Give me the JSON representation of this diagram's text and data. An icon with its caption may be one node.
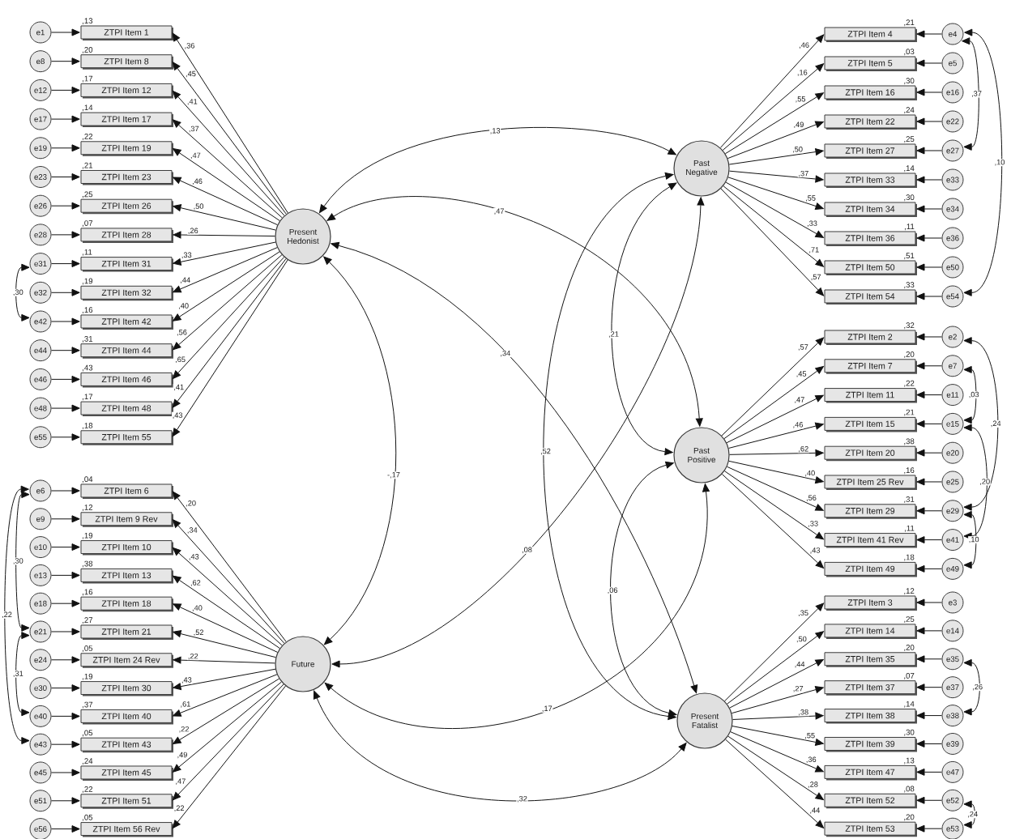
{
  "diagram": {
    "nodes": [
      {
        "text": [
          "Present Hedonist"
        ]
      },
      {
        "text": [
          "e1"
        ]
      },
      {
        "text": [
          "ZTPI Item 1"
        ],
        "beside": [
          ",13"
        ]
      },
      {
        "text": [
          "e8"
        ]
      },
      {
        "text": [
          "ZTPI Item 8"
        ],
        "beside": [
          ",20"
        ]
      },
      {
        "text": [
          "e12"
        ]
      },
      {
        "text": [
          "ZTPI Item 12"
        ],
        "beside": [
          ",17"
        ]
      },
      {
        "text": [
          "e17"
        ]
      },
      {
        "text": [
          "ZTPI Item 17"
        ],
        "beside": [
          ",14"
        ]
      },
      {
        "text": [
          "e19"
        ]
      },
      {
        "text": [
          "ZTPI Item 19"
        ],
        "beside": [
          ",22"
        ]
      },
      {
        "text": [
          "e23"
        ]
      },
      {
        "text": [
          "ZTPI Item 23"
        ],
        "beside": [
          ",21"
        ]
      },
      {
        "text": [
          "e26"
        ]
      },
      {
        "text": [
          "ZTPI Item 26"
        ],
        "beside": [
          ",25"
        ]
      },
      {
        "text": [
          "e28"
        ]
      },
      {
        "text": [
          "ZTPI Item 28"
        ],
        "beside": [
          ",07"
        ]
      },
      {
        "text": [
          "e31"
        ]
      },
      {
        "text": [
          "ZTPI Item 31"
        ],
        "beside": [
          ",11"
        ]
      },
      {
        "text": [
          "e32"
        ]
      },
      {
        "text": [
          "ZTPI Item 32"
        ],
        "beside": [
          ",19"
        ]
      },
      {
        "text": [
          "e42"
        ]
      },
      {
        "text": [
          "ZTPI Item 42"
        ],
        "beside": [
          ",16"
        ]
      },
      {
        "text": [
          "e44"
        ]
      },
      {
        "text": [
          "ZTPI Item 44"
        ],
        "beside": [
          ",31"
        ]
      },
      {
        "text": [
          "e46"
        ]
      },
      {
        "text": [
          "ZTPI Item 46"
        ],
        "beside": [
          ",43"
        ]
      },
      {
        "text": [
          "e48"
        ]
      },
      {
        "text": [
          "ZTPI Item 48"
        ],
        "beside": [
          ",17"
        ]
      },
      {
        "text": [
          "e55"
        ]
      },
      {
        "text": [
          "ZTPI Item 55"
        ],
        "beside": [
          ",18"
        ]
      },
      {
        "text": [
          "Past Negative"
        ]
      },
      {
        "text": [
          "ZTPI Item 4"
        ],
        "beside": [
          ",21"
        ]
      },
      {
        "text": [
          "e4"
        ]
      },
      {
        "text": [
          "ZTPI Item 5"
        ],
        "beside": [
          ",03"
        ]
      },
      {
        "text": [
          "e5"
        ]
      },
      {
        "text": [
          "ZTPI Item 16"
        ],
        "beside": [
          ",30"
        ]
      },
      {
        "text": [
          "e16"
        ]
      },
      {
        "text": [
          "ZTPI Item 22"
        ],
        "beside": [
          ",24"
        ]
      },
      {
        "text": [
          "e22"
        ]
      },
      {
        "text": [
          "ZTPI Item 27"
        ],
        "beside": [
          ",25"
        ]
      },
      {
        "text": [
          "e27"
        ]
      },
      {
        "text": [
          "ZTPI Item 33"
        ],
        "beside": [
          ",14"
        ]
      },
      {
        "text": [
          "e33"
        ]
      },
      {
        "text": [
          "ZTPI Item 34"
        ],
        "beside": [
          ",30"
        ]
      },
      {
        "text": [
          "e34"
        ]
      },
      {
        "text": [
          "ZTPI Item 36"
        ],
        "beside": [
          ",11"
        ]
      },
      {
        "text": [
          "e36"
        ]
      },
      {
        "text": [
          "ZTPI Item 50"
        ],
        "beside": [
          ",51"
        ]
      },
      {
        "text": [
          "e50"
        ]
      },
      {
        "text": [
          "ZTPI Item 54"
        ],
        "beside": [
          ",33"
        ]
      },
      {
        "text": [
          "e54"
        ]
      },
      {
        "text": [
          "Past Positive"
        ]
      },
      {
        "text": [
          "ZTPI Item 2"
        ],
        "beside": [
          ",32"
        ]
      },
      {
        "text": [
          "e2"
        ]
      },
      {
        "text": [
          "ZTPI Item 7"
        ],
        "beside": [
          ",20"
        ]
      },
      {
        "text": [
          "e7"
        ]
      },
      {
        "text": [
          "ZTPI Item 11"
        ],
        "beside": [
          ",22"
        ]
      },
      {
        "text": [
          "e11"
        ]
      },
      {
        "text": [
          "ZTPI Item 15"
        ],
        "beside": [
          ",21"
        ]
      },
      {
        "text": [
          "e15"
        ]
      },
      {
        "text": [
          "ZTPI Item 20"
        ],
        "beside": [
          ",38"
        ]
      },
      {
        "text": [
          "e20"
        ]
      },
      {
        "text": [
          "ZTPI Item 25 Rev"
        ],
        "beside": [
          ",16"
        ]
      },
      {
        "text": [
          "e25"
        ]
      },
      {
        "text": [
          "ZTPI Item 29"
        ],
        "beside": [
          ",31"
        ]
      },
      {
        "text": [
          "e29"
        ]
      },
      {
        "text": [
          "ZTPI Item 41 Rev"
        ],
        "beside": [
          ",11"
        ]
      },
      {
        "text": [
          "e41"
        ]
      },
      {
        "text": [
          "ZTPI Item 49"
        ],
        "beside": [
          ",18"
        ]
      },
      {
        "text": [
          "e49"
        ]
      },
      {
        "text": [
          "Future"
        ]
      },
      {
        "text": [
          "e6"
        ]
      },
      {
        "text": [
          "ZTPI Item 6"
        ],
        "beside": [
          ",04"
        ]
      },
      {
        "text": [
          "e9"
        ]
      },
      {
        "text": [
          "ZTPI Item 9 Rev"
        ],
        "beside": [
          ",12"
        ]
      },
      {
        "text": [
          "e10"
        ]
      },
      {
        "text": [
          "ZTPI Item 10"
        ],
        "beside": [
          ",19"
        ]
      },
      {
        "text": [
          "e13"
        ]
      },
      {
        "text": [
          "ZTPI Item 13"
        ],
        "beside": [
          ",38"
        ]
      },
      {
        "text": [
          "e18"
        ]
      },
      {
        "text": [
          "ZTPI Item 18"
        ],
        "beside": [
          ",16"
        ]
      },
      {
        "text": [
          "e21"
        ]
      },
      {
        "text": [
          "ZTPI Item 21"
        ],
        "beside": [
          ",27"
        ]
      },
      {
        "text": [
          "e24"
        ]
      },
      {
        "text": [
          "ZTPI Item 24 Rev"
        ],
        "beside": [
          ",05"
        ]
      },
      {
        "text": [
          "e30"
        ]
      },
      {
        "text": [
          "ZTPI Item 30"
        ],
        "beside": [
          ",19"
        ]
      },
      {
        "text": [
          "e40"
        ]
      },
      {
        "text": [
          "ZTPI Item 40"
        ],
        "beside": [
          ",37"
        ]
      },
      {
        "text": [
          "e43"
        ]
      },
      {
        "text": [
          "ZTPI Item 43"
        ],
        "beside": [
          ",05"
        ]
      },
      {
        "text": [
          "e45"
        ]
      },
      {
        "text": [
          "ZTPI Item 45"
        ],
        "beside": [
          ",24"
        ]
      },
      {
        "text": [
          "e51"
        ]
      },
      {
        "text": [
          "ZTPI Item 51"
        ],
        "beside": [
          ",22"
        ]
      },
      {
        "text": [
          "e56"
        ]
      },
      {
        "text": [
          "ZTPI Item 56 Rev"
        ],
        "beside": [
          ",05"
        ]
      },
      {
        "text": [
          "Present Fatalist"
        ]
      },
      {
        "text": [
          "ZTPI Item 3"
        ],
        "beside": [
          ",12"
        ]
      },
      {
        "text": [
          "e3"
        ]
      },
      {
        "text": [
          "ZTPI Item 14"
        ],
        "beside": [
          ",25"
        ]
      },
      {
        "text": [
          "e14"
        ]
      },
      {
        "text": [
          "ZTPI Item 35"
        ],
        "beside": [
          ",20"
        ]
      },
      {
        "text": [
          "e35"
        ]
      },
      {
        "text": [
          "ZTPI Item 37"
        ],
        "beside": [
          ",07"
        ]
      },
      {
        "text": [
          "e37"
        ]
      },
      {
        "text": [
          "ZTPI Item 38"
        ],
        "beside": [
          ",14"
        ]
      },
      {
        "text": [
          "e38"
        ]
      },
      {
        "text": [
          "ZTPI Item 39"
        ],
        "beside": [
          ",30"
        ]
      },
      {
        "text": [
          "e39"
        ]
      },
      {
        "text": [
          "ZTPI Item 47"
        ],
        "beside": [
          ",13"
        ]
      },
      {
        "text": [
          "e47"
        ]
      },
      {
        "text": [
          "ZTPI Item 52"
        ],
        "beside": [
          ",08"
        ]
      },
      {
        "text": [
          "e52"
        ]
      },
      {
        "text": [
          "ZTPI Item 53"
        ],
        "beside": [
          ",20"
        ]
      },
      {
        "text": [
          "e53"
        ]
      }
    ],
    "edges": [
      {
        "from": 0,
        "to": 2,
        "arrow": "to",
        "label": ",36"
      },
      {
        "from": 1,
        "to": 2,
        "arrow": "to"
      },
      {
        "from": 0,
        "to": 4,
        "arrow": "to",
        "label": ",45"
      },
      {
        "from": 3,
        "to": 4,
        "arrow": "to"
      },
      {
        "from": 0,
        "to": 6,
        "arrow": "to",
        "label": ",41"
      },
      {
        "from": 5,
        "to": 6,
        "arrow": "to"
      },
      {
        "from": 0,
        "to": 8,
        "arrow": "to",
        "label": ",37"
      },
      {
        "from": 7,
        "to": 8,
        "arrow": "to"
      },
      {
        "from": 0,
        "to": 10,
        "arrow": "to",
        "label": ",47"
      },
      {
        "from": 9,
        "to": 10,
        "arrow": "to"
      },
      {
        "from": 0,
        "to": 12,
        "arrow": "to",
        "label": ",46"
      },
      {
        "from": 11,
        "to": 12,
        "arrow": "to"
      },
      {
        "from": 0,
        "to": 14,
        "arrow": "to",
        "label": ",50"
      },
      {
        "from": 13,
        "to": 14,
        "arrow": "to"
      },
      {
        "from": 0,
        "to": 16,
        "arrow": "to",
        "label": ",26"
      },
      {
        "from": 15,
        "to": 16,
        "arrow": "to"
      },
      {
        "from": 0,
        "to": 18,
        "arrow": "to",
        "label": ",33"
      },
      {
        "from": 17,
        "to": 18,
        "arrow": "to"
      },
      {
        "from": 0,
        "to": 20,
        "arrow": "to",
        "label": ",44"
      },
      {
        "from": 19,
        "to": 20,
        "arrow": "to"
      },
      {
        "from": 0,
        "to": 22,
        "arrow": "to",
        "label": ",40"
      },
      {
        "from": 21,
        "to": 22,
        "arrow": "to"
      },
      {
        "from": 0,
        "to": 24,
        "arrow": "to",
        "label": ",56"
      },
      {
        "from": 23,
        "to": 24,
        "arrow": "to"
      },
      {
        "from": 0,
        "to": 26,
        "arrow": "to",
        "label": ",65"
      },
      {
        "from": 25,
        "to": 26,
        "arrow": "to"
      },
      {
        "from": 0,
        "to": 28,
        "arrow": "to",
        "label": ",41"
      },
      {
        "from": 27,
        "to": 28,
        "arrow": "to"
      },
      {
        "from": 0,
        "to": 30,
        "arrow": "to",
        "label": ",43"
      },
      {
        "from": 29,
        "to": 30,
        "arrow": "to"
      },
      {
        "from": 31,
        "to": 32,
        "arrow": "to",
        "label": ",46"
      },
      {
        "from": 33,
        "to": 32,
        "arrow": "to"
      },
      {
        "from": 31,
        "to": 34,
        "arrow": "to",
        "label": ",16"
      },
      {
        "from": 35,
        "to": 34,
        "arrow": "to"
      },
      {
        "from": 31,
        "to": 36,
        "arrow": "to",
        "label": ",55"
      },
      {
        "from": 37,
        "to": 36,
        "arrow": "to"
      },
      {
        "from": 31,
        "to": 38,
        "arrow": "to",
        "label": ",49"
      },
      {
        "from": 39,
        "to": 38,
        "arrow": "to"
      },
      {
        "from": 31,
        "to": 40,
        "arrow": "to",
        "label": ",50"
      },
      {
        "from": 41,
        "to": 40,
        "arrow": "to"
      },
      {
        "from": 31,
        "to": 42,
        "arrow": "to",
        "label": ",37"
      },
      {
        "from": 43,
        "to": 42,
        "arrow": "to"
      },
      {
        "from": 31,
        "to": 44,
        "arrow": "to",
        "label": ",55"
      },
      {
        "from": 45,
        "to": 44,
        "arrow": "to"
      },
      {
        "from": 31,
        "to": 46,
        "arrow": "to",
        "label": ",33"
      },
      {
        "from": 47,
        "to": 46,
        "arrow": "to"
      },
      {
        "from": 31,
        "to": 48,
        "arrow": "to",
        "label": ",71"
      },
      {
        "from": 49,
        "to": 48,
        "arrow": "to"
      },
      {
        "from": 31,
        "to": 50,
        "arrow": "to",
        "label": ",57"
      },
      {
        "from": 51,
        "to": 50,
        "arrow": "to"
      },
      {
        "from": 52,
        "to": 53,
        "arrow": "to",
        "label": ",57"
      },
      {
        "from": 54,
        "to": 53,
        "arrow": "to"
      },
      {
        "from": 52,
        "to": 55,
        "arrow": "to",
        "label": ",45"
      },
      {
        "from": 56,
        "to": 55,
        "arrow": "to"
      },
      {
        "from": 52,
        "to": 57,
        "arrow": "to",
        "label": ",47"
      },
      {
        "from": 58,
        "to": 57,
        "arrow": "to"
      },
      {
        "from": 52,
        "to": 59,
        "arrow": "to",
        "label": ",46"
      },
      {
        "from": 60,
        "to": 59,
        "arrow": "to"
      },
      {
        "from": 52,
        "to": 61,
        "arrow": "to",
        "label": ",62"
      },
      {
        "from": 62,
        "to": 61,
        "arrow": "to"
      },
      {
        "from": 52,
        "to": 63,
        "arrow": "to",
        "label": ",40"
      },
      {
        "from": 64,
        "to": 63,
        "arrow": "to"
      },
      {
        "from": 52,
        "to": 65,
        "arrow": "to",
        "label": ",56"
      },
      {
        "from": 66,
        "to": 65,
        "arrow": "to"
      },
      {
        "from": 52,
        "to": 67,
        "arrow": "to",
        "label": ",33"
      },
      {
        "from": 68,
        "to": 67,
        "arrow": "to"
      },
      {
        "from": 52,
        "to": 69,
        "arrow": "to",
        "label": ",43"
      },
      {
        "from": 70,
        "to": 69,
        "arrow": "to"
      },
      {
        "from": 71,
        "to": 73,
        "arrow": "to",
        "label": ",20"
      },
      {
        "from": 72,
        "to": 73,
        "arrow": "to"
      },
      {
        "from": 71,
        "to": 75,
        "arrow": "to",
        "label": ",34"
      },
      {
        "from": 74,
        "to": 75,
        "arrow": "to"
      },
      {
        "from": 71,
        "to": 77,
        "arrow": "to",
        "label": ",43"
      },
      {
        "from": 76,
        "to": 77,
        "arrow": "to"
      },
      {
        "from": 71,
        "to": 79,
        "arrow": "to",
        "label": ",62"
      },
      {
        "from": 78,
        "to": 79,
        "arrow": "to"
      },
      {
        "from": 71,
        "to": 81,
        "arrow": "to",
        "label": ",40"
      },
      {
        "from": 80,
        "to": 81,
        "arrow": "to"
      },
      {
        "from": 71,
        "to": 83,
        "arrow": "to",
        "label": ",52"
      },
      {
        "from": 82,
        "to": 83,
        "arrow": "to"
      },
      {
        "from": 71,
        "to": 85,
        "arrow": "to",
        "label": ",22"
      },
      {
        "from": 84,
        "to": 85,
        "arrow": "to"
      },
      {
        "from": 71,
        "to": 87,
        "arrow": "to",
        "label": ",43"
      },
      {
        "from": 86,
        "to": 87,
        "arrow": "to"
      },
      {
        "from": 71,
        "to": 89,
        "arrow": "to",
        "label": ",61"
      },
      {
        "from": 88,
        "to": 89,
        "arrow": "to"
      },
      {
        "from": 71,
        "to": 91,
        "arrow": "to",
        "label": ",22"
      },
      {
        "from": 90,
        "to": 91,
        "arrow": "to"
      },
      {
        "from": 71,
        "to": 93,
        "arrow": "to",
        "label": ",49"
      },
      {
        "from": 92,
        "to": 93,
        "arrow": "to"
      },
      {
        "from": 71,
        "to": 95,
        "arrow": "to",
        "label": ",47"
      },
      {
        "from": 94,
        "to": 95,
        "arrow": "to"
      },
      {
        "from": 71,
        "to": 97,
        "arrow": "to",
        "label": ",22"
      },
      {
        "from": 96,
        "to": 97,
        "arrow": "to"
      },
      {
        "from": 98,
        "to": 99,
        "arrow": "to",
        "label": ",35"
      },
      {
        "from": 100,
        "to": 99,
        "arrow": "to"
      },
      {
        "from": 98,
        "to": 101,
        "arrow": "to",
        "label": ",50"
      },
      {
        "from": 102,
        "to": 101,
        "arrow": "to"
      },
      {
        "from": 98,
        "to": 103,
        "arrow": "to",
        "label": ",44"
      },
      {
        "from": 104,
        "to": 103,
        "arrow": "to"
      },
      {
        "from": 98,
        "to": 105,
        "arrow": "to",
        "label": ",27"
      },
      {
        "from": 106,
        "to": 105,
        "arrow": "to"
      },
      {
        "from": 98,
        "to": 107,
        "arrow": "to",
        "label": ",38"
      },
      {
        "from": 108,
        "to": 107,
        "arrow": "to"
      },
      {
        "from": 98,
        "to": 109,
        "arrow": "to",
        "label": ",55"
      },
      {
        "from": 110,
        "to": 109,
        "arrow": "to"
      },
      {
        "from": 98,
        "to": 111,
        "arrow": "to",
        "label": ",36"
      },
      {
        "from": 112,
        "to": 111,
        "arrow": "to"
      },
      {
        "from": 98,
        "to": 113,
        "arrow": "to",
        "label": ",28"
      },
      {
        "from": 114,
        "to": 113,
        "arrow": "to"
      },
      {
        "from": 98,
        "to": 115,
        "arrow": "to",
        "label": ",44"
      },
      {
        "from": 116,
        "to": 115,
        "arrow": "to"
      },
      {
        "from": 17,
        "to": 21,
        "arrow": "both",
        "label": ",30"
      },
      {
        "from": 72,
        "to": 82,
        "arrow": "both",
        "label": ",30"
      },
      {
        "from": 72,
        "to": 90,
        "arrow": "both",
        "label": ",22"
      },
      {
        "from": 82,
        "to": 88,
        "arrow": "both",
        "label": ",31"
      },
      {
        "from": 33,
        "to": 41,
        "arrow": "both",
        "label": ",37"
      },
      {
        "from": 33,
        "to": 51,
        "arrow": "both",
        "label": ",10"
      },
      {
        "from": 54,
        "to": 66,
        "arrow": "both",
        "label": ",24"
      },
      {
        "from": 56,
        "to": 60,
        "arrow": "both",
        "label": ",03"
      },
      {
        "from": 60,
        "to": 68,
        "arrow": "both",
        "label": ",20"
      },
      {
        "from": 66,
        "to": 70,
        "arrow": "both",
        "label": ",10"
      },
      {
        "from": 104,
        "to": 108,
        "arrow": "both",
        "label": ",26"
      },
      {
        "from": 114,
        "to": 116,
        "arrow": "both",
        "label": ",24"
      },
      {
        "from": 0,
        "to": 31,
        "arrow": "both",
        "label": ",13"
      },
      {
        "from": 0,
        "to": 52,
        "arrow": "both",
        "label": ",47"
      },
      {
        "from": 0,
        "to": 98,
        "arrow": "both",
        "label": ",34"
      },
      {
        "from": 0,
        "to": 71,
        "arrow": "both",
        "label": "-,17"
      },
      {
        "from": 31,
        "to": 71,
        "arrow": "both",
        "label": ",08"
      },
      {
        "from": 31,
        "to": 98,
        "arrow": "both",
        "label": ",52"
      },
      {
        "from": 31,
        "to": 52,
        "arrow": "both",
        "label": ",21"
      },
      {
        "from": 52,
        "to": 98,
        "arrow": "both",
        "label": ",06"
      },
      {
        "from": 71,
        "to": 52,
        "arrow": "both",
        "label": ",17"
      },
      {
        "from": 71,
        "to": 98,
        "arrow": "both",
        "label": ",32"
      }
    ]
  }
}
